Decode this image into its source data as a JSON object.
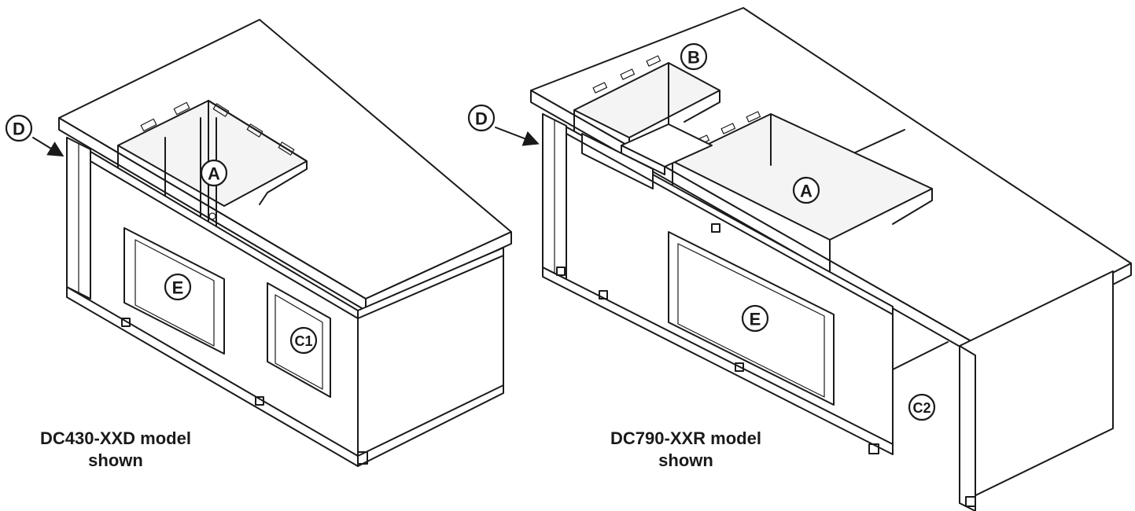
{
  "left_unit": {
    "caption_line1": "DC430-XXD model",
    "caption_line2": "shown",
    "callouts": {
      "D": "D",
      "A": "A",
      "E": "E",
      "C1": "C1"
    }
  },
  "right_unit": {
    "caption_line1": "DC790-XXR model",
    "caption_line2": "shown",
    "callouts": {
      "B": "B",
      "D": "D",
      "A": "A",
      "E": "E",
      "C2": "C2"
    }
  }
}
